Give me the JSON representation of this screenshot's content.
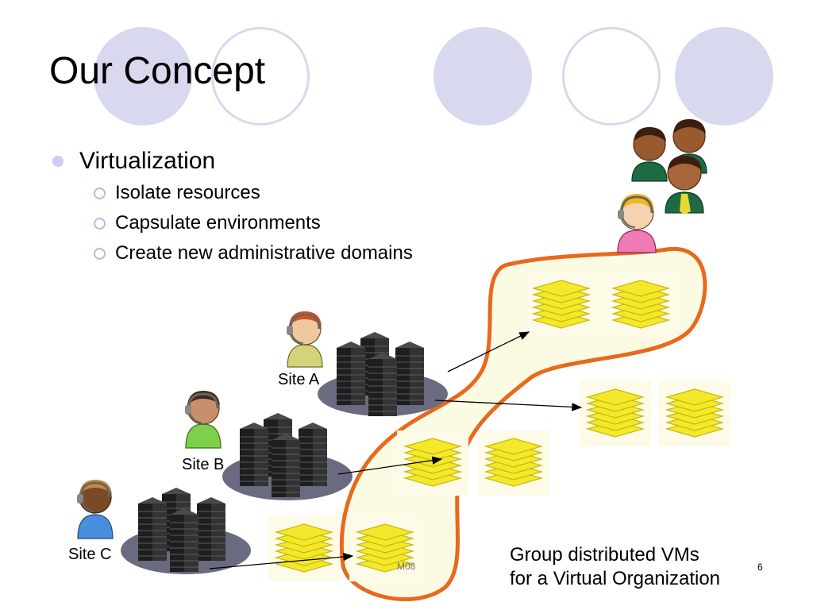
{
  "title": "Our Concept",
  "bullets": {
    "main": "Virtualization",
    "sub": [
      "Isolate resources",
      "Capsulate environments",
      "Create new administrative domains"
    ]
  },
  "sites": {
    "a": "Site A",
    "b": "Site B",
    "c": "Site C"
  },
  "caption": {
    "line1": "Group distributed VMs",
    "line2": "for a Virtual Organization"
  },
  "footer_mark": "M08",
  "slide_number": "6",
  "icons": [
    "bullet-dot-icon",
    "bullet-ring-icon",
    "user-headset-icon",
    "users-group-icon",
    "server-cluster-icon",
    "vm-stack-icon",
    "arrow-icon"
  ],
  "colors": {
    "accent_circle": "#d8d8ef",
    "vo_outline": "#e8691c",
    "vo_fill": "#fbfae3",
    "vm_yellow": "#f3e92a",
    "platform": "#6a6a80"
  }
}
